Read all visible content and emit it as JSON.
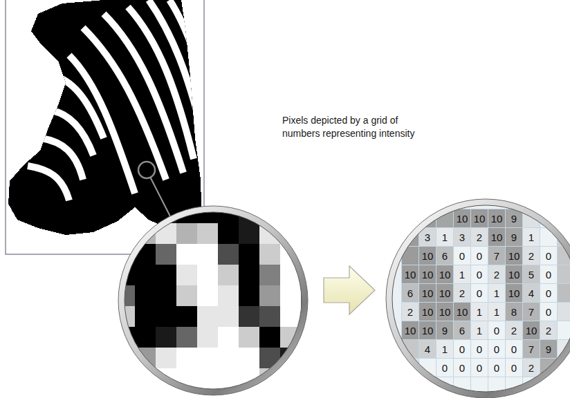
{
  "diagram": {
    "labels": [
      "Pixels depicted by a grid of numbers representing intensity",
      "10",
      "10",
      "10",
      "9",
      "3",
      "1",
      "3",
      "2",
      "10",
      "9",
      "1",
      "10",
      "6",
      "0",
      "0",
      "7",
      "10",
      "2",
      "0",
      "10",
      "10",
      "10",
      "1",
      "0",
      "2",
      "10",
      "5",
      "0",
      "6",
      "10",
      "10",
      "2",
      "0",
      "1",
      "10",
      "4",
      "0",
      "2",
      "10",
      "10",
      "10",
      "1",
      "1",
      "8",
      "7",
      "0",
      "10",
      "10",
      "9",
      "6",
      "1",
      "0",
      "2",
      "10",
      "2",
      "4",
      "1",
      "0",
      "0",
      "0",
      "0",
      "7",
      "9",
      "0",
      "0",
      "0",
      "0",
      "0",
      "2"
    ]
  }
}
